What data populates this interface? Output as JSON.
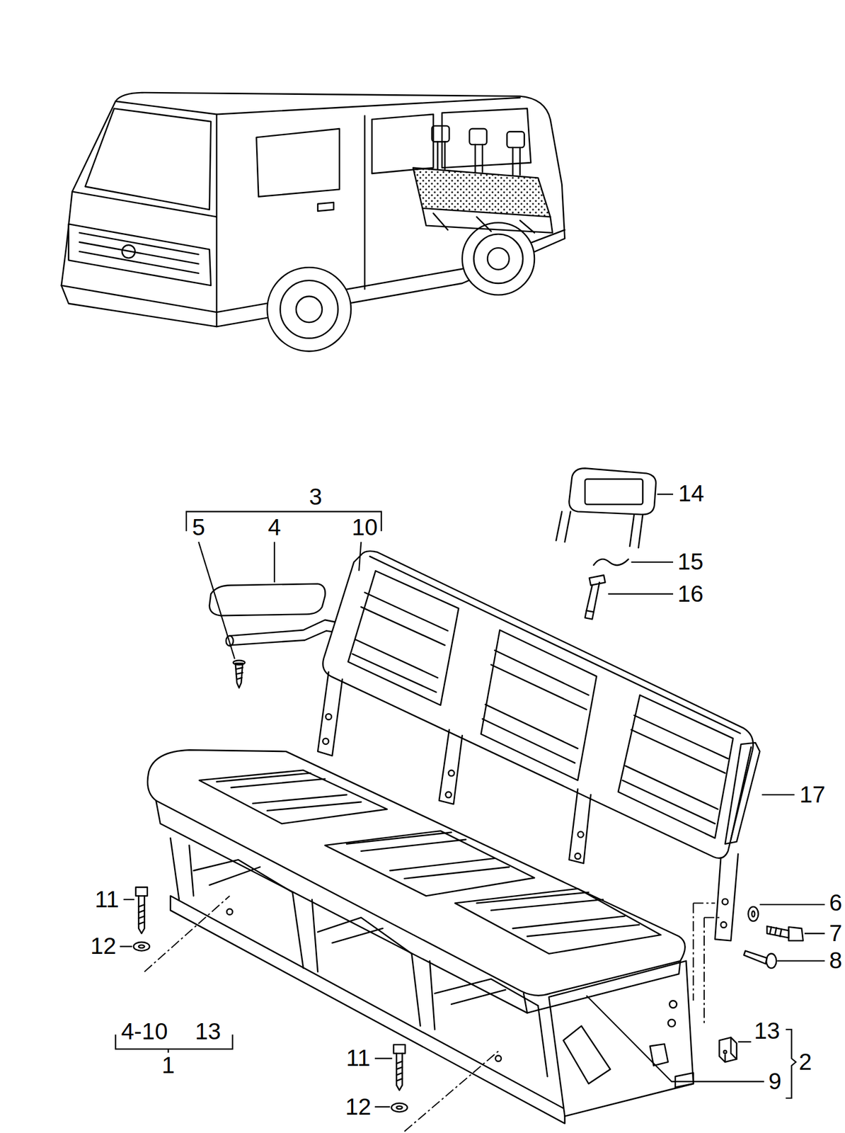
{
  "diagram": {
    "labels": [
      "3",
      "5",
      "4",
      "10",
      "14",
      "15",
      "16",
      "17",
      "11",
      "6",
      "7",
      "12",
      "8",
      "4-10",
      "13",
      "13",
      "11",
      "2",
      "1",
      "9",
      "12"
    ]
  }
}
